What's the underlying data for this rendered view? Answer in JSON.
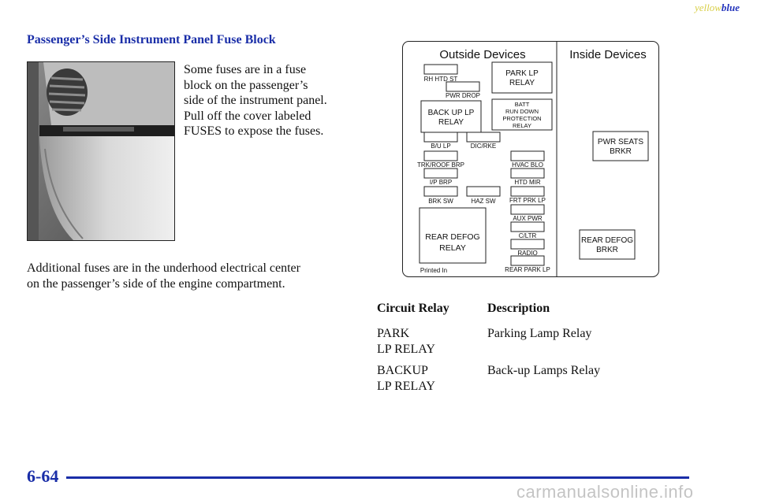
{
  "corner_tag": {
    "yellow": "yellow",
    "blue": "blue"
  },
  "heading": "Passenger’s Side Instrument Panel Fuse Block",
  "intro_lines": [
    "Some fuses are in a fuse",
    "block on the passenger’s",
    "side of the instrument panel.",
    "Pull off the cover labeled",
    "FUSES to expose the fuses."
  ],
  "additional_lines": [
    "Additional fuses are in the underhood electrical center",
    "on the passenger’s side of the engine compartment."
  ],
  "diagram": {
    "outside_title": "Outside Devices",
    "inside_title": "Inside Devices",
    "labels": {
      "rh_htd_st": "RH HTD ST",
      "pwr_drop": "PWR DROP",
      "park_lp_relay": [
        "PARK LP",
        "RELAY"
      ],
      "back_up_lp_relay": [
        "BACK UP LP",
        "RELAY"
      ],
      "batt_rundown": [
        "BATT",
        "RUN DOWN",
        "PROTECTION",
        "RELAY"
      ],
      "bu_lp": "B/U LP",
      "dic_rke": "DIC/RKE",
      "trk_roof_brp": "TRK/ROOF BRP",
      "hvac_blo": "HVAC BLO",
      "ip_brp": "I/P BRP",
      "htd_mir": "HTD MIR",
      "brk_sw": "BRK SW",
      "haz_sw": "HAZ SW",
      "frt_prk_lp": "FRT PRK LP",
      "aux_pwr": "AUX PWR",
      "c_ltr": "C/LTR",
      "radio": "RADIO",
      "rear_park_lp": "REAR PARK LP",
      "rear_defog_relay": [
        "REAR DEFOG",
        "RELAY"
      ],
      "printed_in": "Printed In",
      "pwr_seats_brkr": [
        "PWR SEATS",
        "BRKR"
      ],
      "rear_defog_brkr": [
        "REAR DEFOG",
        "BRKR"
      ]
    }
  },
  "table": {
    "headers": {
      "circuit": "Circuit Relay",
      "description": "Description"
    },
    "rows": [
      {
        "circuit": [
          "PARK",
          "LP RELAY"
        ],
        "description": "Parking Lamp Relay"
      },
      {
        "circuit": [
          "BACKUP",
          "LP RELAY"
        ],
        "description": "Back-up Lamps Relay"
      }
    ]
  },
  "page_number": "6-64",
  "watermark": "carmanualsonline.info"
}
